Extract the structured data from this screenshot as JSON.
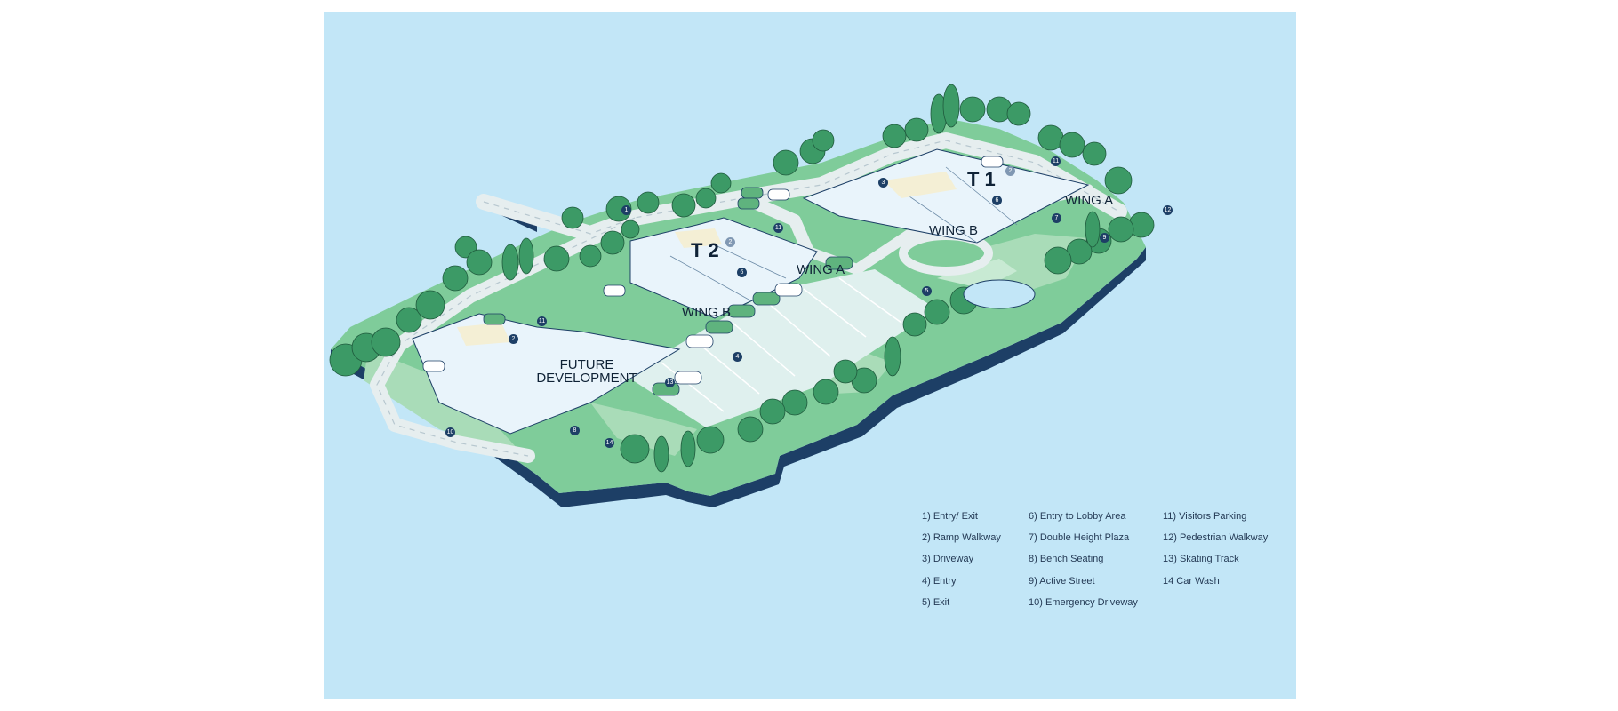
{
  "colors": {
    "background": "#c2e6f7",
    "plinth": "#1d3f66",
    "landscape": "#7fcc9a",
    "lawn": "#a9dcb8",
    "road": "#e6eeef",
    "building": "#e9f4fb",
    "tree": "#3c9a66",
    "marker": "#1d3f66",
    "text": "#0f2236"
  },
  "map": {
    "zones": {
      "t1": "T 1",
      "t2": "T 2",
      "t1_wing_a": "WING A",
      "t1_wing_b": "WING B",
      "t2_wing_a": "WING A",
      "t2_wing_b": "WING B",
      "future_line1": "FUTURE",
      "future_line2": "DEVELOPMENT"
    },
    "markers": {
      "m1": "1",
      "m2a": "2",
      "m2b": "2",
      "m2c": "2",
      "m3": "3",
      "m4": "4",
      "m5": "5",
      "m6a": "6",
      "m6b": "6",
      "m7": "7",
      "m8": "8",
      "m9": "9",
      "m10": "10",
      "m11a": "11",
      "m11b": "11",
      "m11c": "11",
      "m12": "12",
      "m13": "13",
      "m14": "14"
    }
  },
  "legend": {
    "col1": [
      "1) Entry/ Exit",
      "2) Ramp Walkway",
      "3) Driveway",
      "4) Entry",
      "5) Exit"
    ],
    "col2": [
      "6) Entry to Lobby Area",
      "7) Double Height Plaza",
      "8) Bench Seating",
      "9)  Active Street",
      "10) Emergency Driveway"
    ],
    "col3": [
      "11) Visitors Parking",
      "12) Pedestrian Walkway",
      "13) Skating Track",
      "14 Car Wash"
    ]
  }
}
